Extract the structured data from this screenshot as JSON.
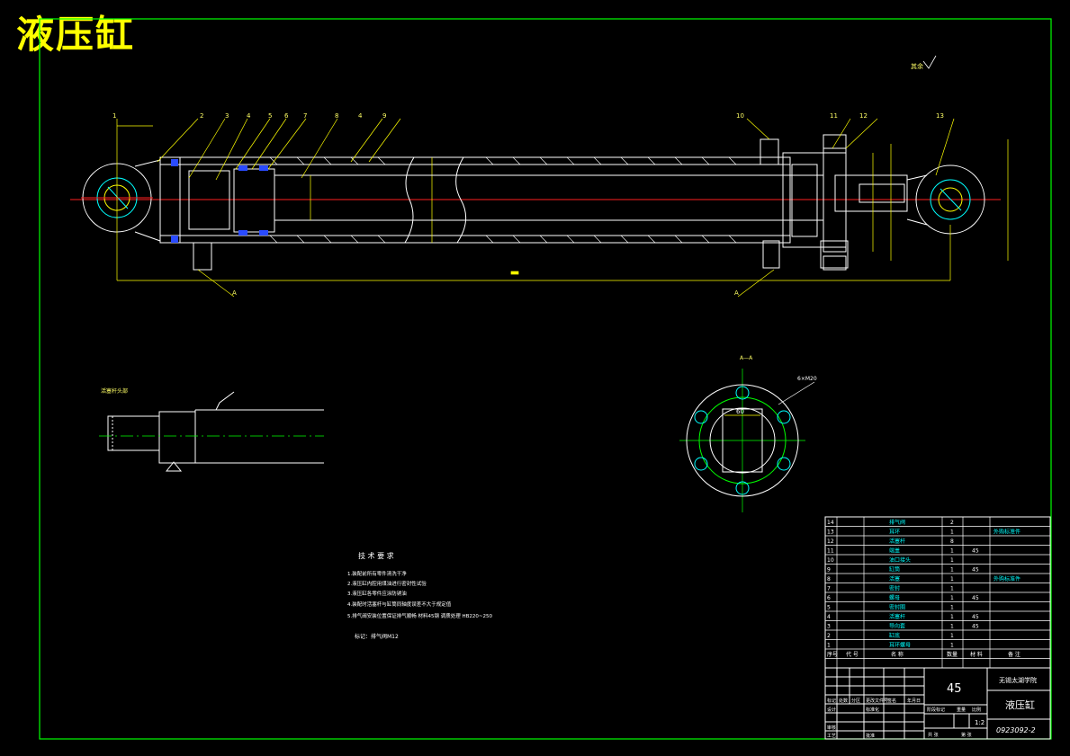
{
  "title": "液压缸",
  "roughness_note": "其余",
  "detail_label": "活塞杆头部",
  "flange_label": "A—A",
  "flange_dim": "60",
  "flange_note": "6×M20",
  "leader_numbers": [
    "1",
    "2",
    "3",
    "4",
    "5",
    "6",
    "7",
    "8",
    "4",
    "9",
    "10",
    "11",
    "12",
    "13"
  ],
  "section_marks": [
    "A",
    "A"
  ],
  "tech_heading": "技 术 要 求",
  "tech_items": [
    "1.装配前所有零件清洗干净",
    "2.液压缸内腔用煤油进行密封性试验",
    "3.液压缸各零件应涂防锈油",
    "4.装配时活塞杆与缸筒同轴度误差不大于规定值",
    "5.排气阀安装位置保证排气顺畅 材料45钢 调质处理 HB220~250"
  ],
  "tech_footer": "标记：排气阀M12",
  "parts": [
    {
      "no": "14",
      "name": "排气阀",
      "qty": "2",
      "material": "",
      "note": ""
    },
    {
      "no": "13",
      "name": "耳环",
      "qty": "1",
      "material": "",
      "note": "外购标准件"
    },
    {
      "no": "12",
      "name": "活塞杆",
      "qty": "8",
      "material": "",
      "note": ""
    },
    {
      "no": "11",
      "name": "端盖",
      "qty": "1",
      "material": "45",
      "note": ""
    },
    {
      "no": "10",
      "name": "油口接头",
      "qty": "1",
      "material": "",
      "note": ""
    },
    {
      "no": "9",
      "name": "缸筒",
      "qty": "1",
      "material": "45",
      "note": ""
    },
    {
      "no": "8",
      "name": "活塞",
      "qty": "1",
      "material": "",
      "note": "外购标准件"
    },
    {
      "no": "7",
      "name": "密封",
      "qty": "1",
      "material": "",
      "note": ""
    },
    {
      "no": "6",
      "name": "螺母",
      "qty": "1",
      "material": "45",
      "note": ""
    },
    {
      "no": "5",
      "name": "密封圈",
      "qty": "1",
      "material": "",
      "note": ""
    },
    {
      "no": "4",
      "name": "活塞杆",
      "qty": "1",
      "material": "45",
      "note": ""
    },
    {
      "no": "3",
      "name": "导向套",
      "qty": "1",
      "material": "45",
      "note": ""
    },
    {
      "no": "2",
      "name": "缸底",
      "qty": "1",
      "material": "",
      "note": ""
    },
    {
      "no": "1",
      "name": "耳环螺母",
      "qty": "1",
      "material": "",
      "note": ""
    }
  ],
  "parts_header": {
    "no": "序号",
    "code": "代 号",
    "name": "名 称",
    "qty": "数量",
    "material": "材 料",
    "note": "备 注"
  },
  "title_block": {
    "material": "45",
    "school": "无锡太湖学院",
    "drawing_name": "液压缸",
    "drawing_no": "0923092-2",
    "scale": "1:2",
    "labels": {
      "mark": "标记",
      "count": "处数",
      "zone": "分区",
      "change_doc": "更改文件号",
      "sign": "签名",
      "date": "年月日",
      "design": "设计",
      "standard": "标准化",
      "review": "审核",
      "process": "工艺",
      "approve": "批准",
      "stage": "阶段标记",
      "weight": "重量",
      "ratio": "比例",
      "total": "共 张",
      "sheet": "第 张"
    }
  }
}
